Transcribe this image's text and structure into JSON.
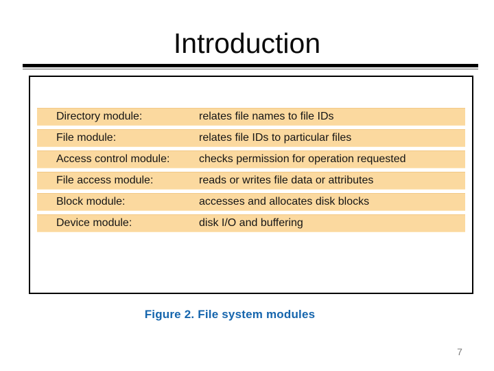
{
  "slide": {
    "title": "Introduction",
    "figure": {
      "row_fill_color": "#fbd99f",
      "rows": [
        {
          "module": "Directory module:",
          "description": "relates file names to file IDs"
        },
        {
          "module": "File module:",
          "description": "relates file IDs to particular files"
        },
        {
          "module": "Access control module:",
          "description": "checks permission for operation requested"
        },
        {
          "module": "File access module:",
          "description": "reads or writes file data or attributes"
        },
        {
          "module": "Block module:",
          "description": "accesses and allocates disk blocks"
        },
        {
          "module": "Device module:",
          "description": "disk I/O and buffering"
        }
      ]
    },
    "caption": "Figure 2. File system modules",
    "caption_color": "#1565ad",
    "page_number": "7"
  }
}
